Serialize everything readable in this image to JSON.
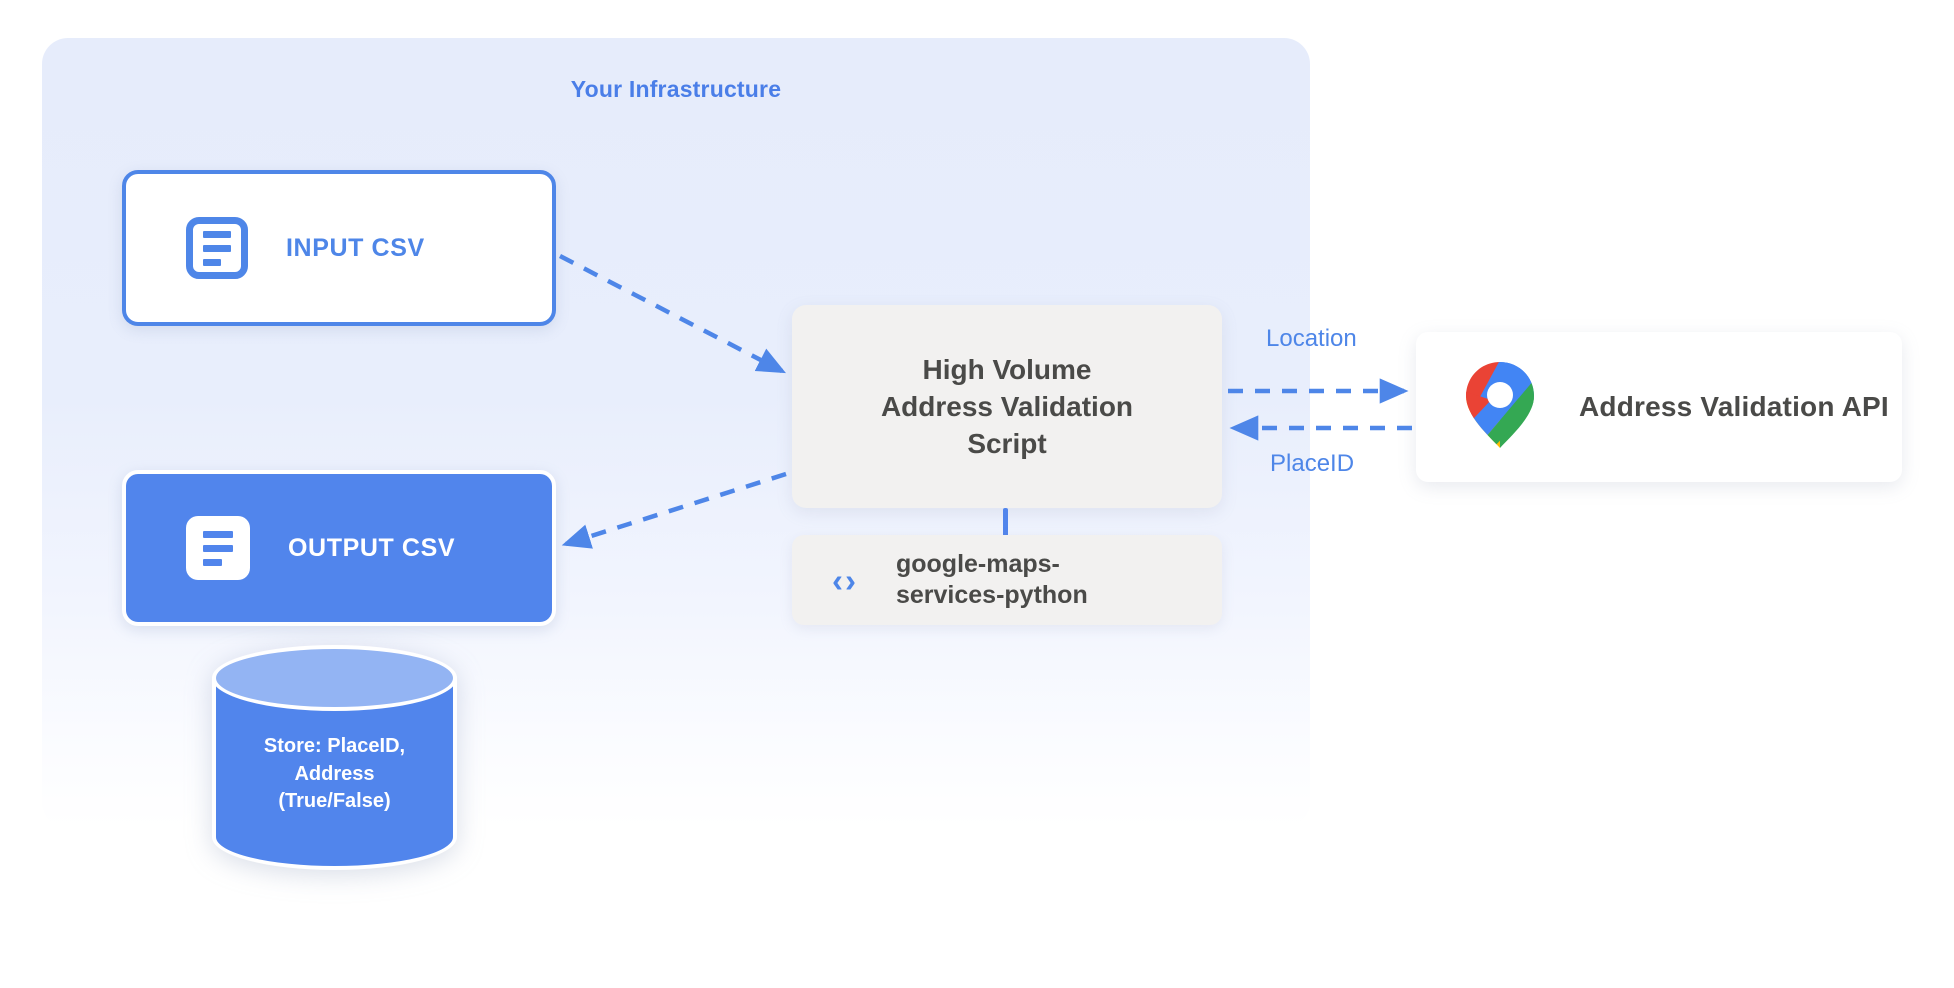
{
  "panel": {
    "title": "Your Infrastructure"
  },
  "nodes": {
    "input_csv": {
      "label": "INPUT CSV",
      "icon": "document-icon"
    },
    "output_csv": {
      "label": "OUTPUT CSV",
      "icon": "document-icon"
    },
    "script": {
      "label": "High Volume\nAddress Validation\nScript"
    },
    "library": {
      "label": "google-maps-\nservices-python",
      "icon": "code-brackets-icon",
      "icon_glyph": "‹›"
    },
    "api": {
      "label": "Address Validation API",
      "icon": "google-maps-pin-icon"
    },
    "database": {
      "label": "Store: PlaceID,\nAddress\n(True/False)"
    }
  },
  "edges": {
    "location_label": "Location",
    "placeid_label": "PlaceID"
  },
  "colors": {
    "brand_blue": "#5185ec",
    "accent_blue": "#4e86e8",
    "panel_bg": "#e6ecfb",
    "box_gray": "#f2f1f0",
    "text_dark": "#4a4a48",
    "db_top": "#93b4f3",
    "pin_blue": "#4285f4",
    "pin_red": "#ea4335",
    "pin_yellow": "#fbbc04",
    "pin_green": "#34a853"
  }
}
